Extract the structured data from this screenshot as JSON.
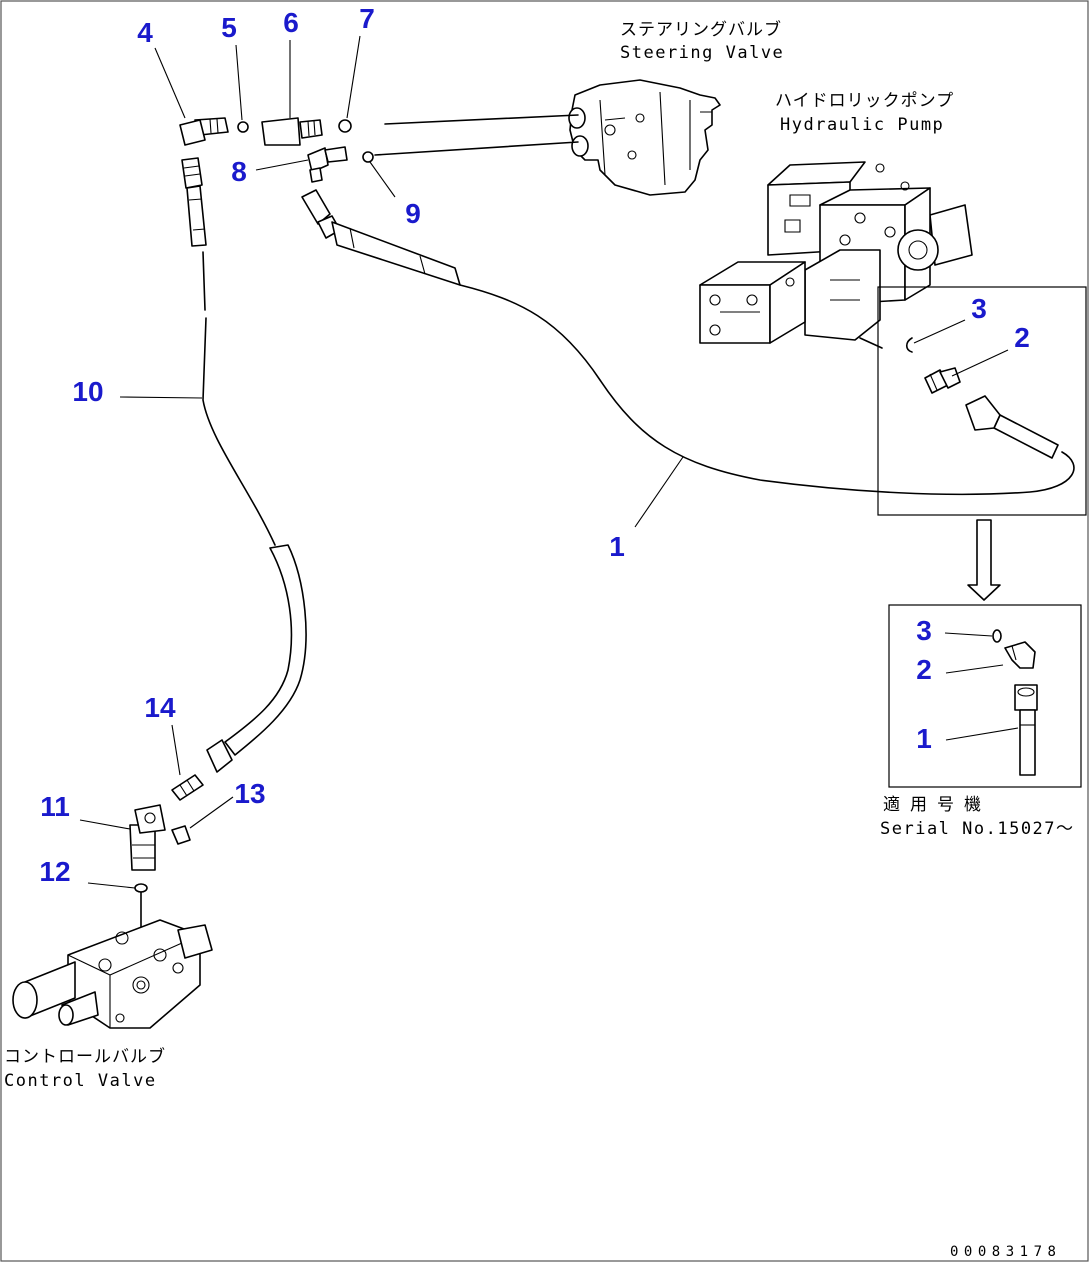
{
  "callouts": {
    "main": [
      "4",
      "5",
      "6",
      "7",
      "8",
      "9",
      "10",
      "1",
      "3",
      "2",
      "14",
      "11",
      "13",
      "12"
    ],
    "inset": [
      "3",
      "2",
      "1"
    ]
  },
  "labels": {
    "steering_valve_jp": "ステアリングバルブ",
    "steering_valve_en": "Steering Valve",
    "hydraulic_pump_jp": "ハイドロリックポンプ",
    "hydraulic_pump_en": "Hydraulic Pump",
    "control_valve_jp": "コントロールバルブ",
    "control_valve_en": "Control Valve",
    "serial_jp": "適用号機",
    "serial_en": "Serial No.15027～"
  },
  "drawing_number": "00083178",
  "colors": {
    "callout": "#1a1acc",
    "line": "#000000",
    "background": "#ffffff"
  }
}
